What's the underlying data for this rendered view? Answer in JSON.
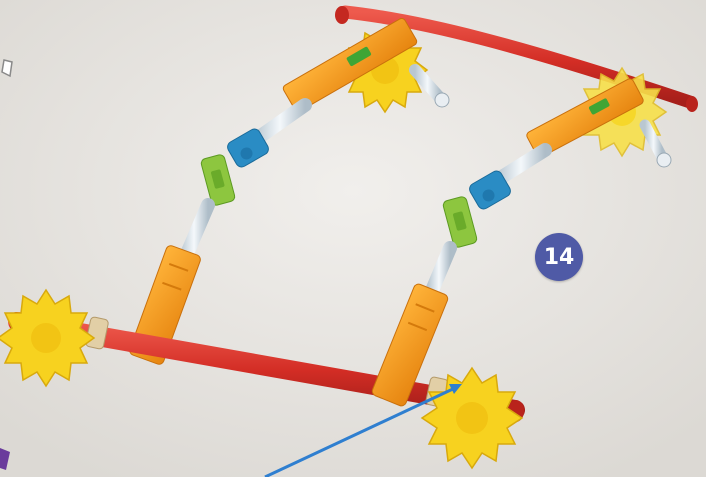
{
  "step": {
    "number": "14"
  },
  "colors": {
    "background": "#e9e7e3",
    "rod_red": "#d8322b",
    "connector_orange": "#f39a1e",
    "gear_yellow": "#f7d21f",
    "rod_clear": "#d9e3ea",
    "clip_green": "#8dc63f",
    "clip_blue": "#2a8cc4",
    "pointer_blue": "#2f7fd0",
    "badge_blue": "#4f5aa6"
  },
  "icons": [
    "gear-wheel",
    "rod",
    "connector",
    "pointer-arrow"
  ]
}
